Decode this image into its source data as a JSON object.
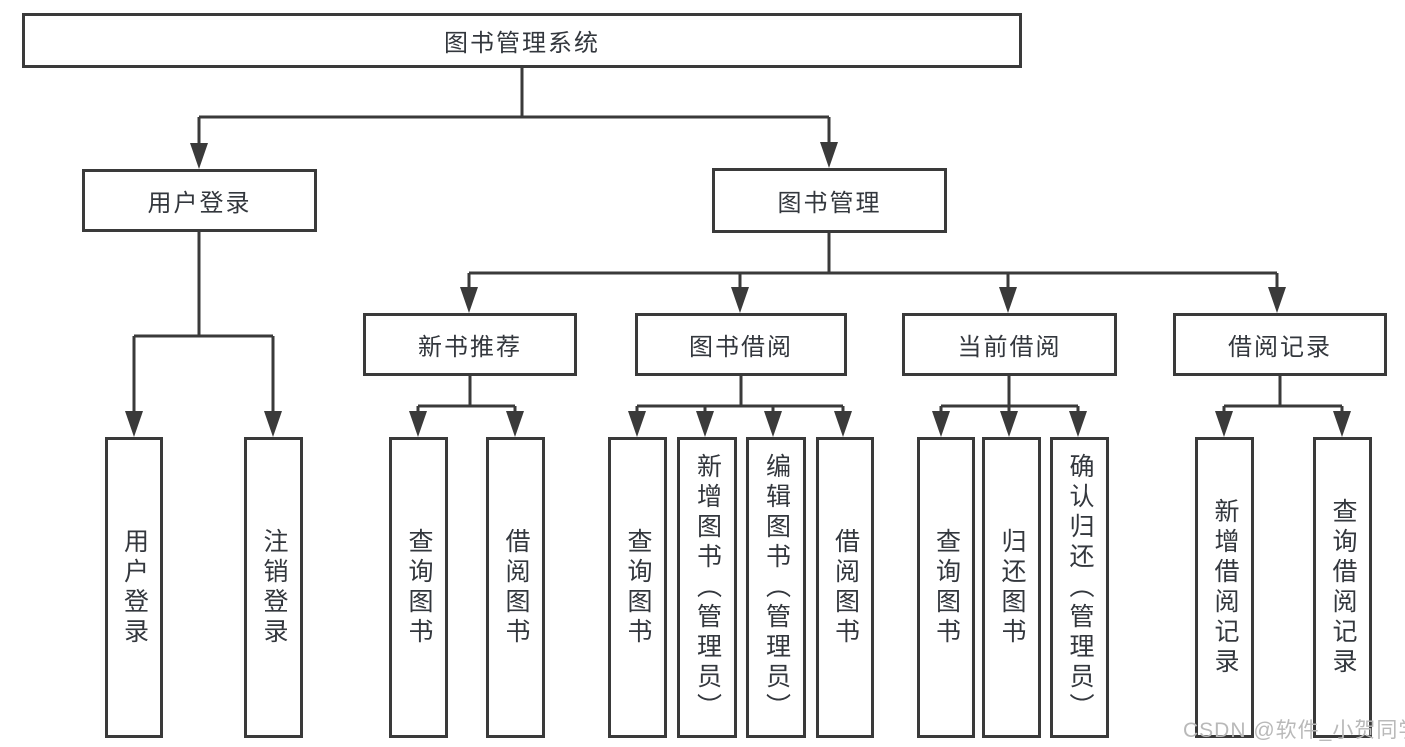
{
  "diagram_title": "图书管理系统",
  "tree": {
    "label": "图书管理系统",
    "children": [
      {
        "label": "用户登录",
        "children": [
          {
            "label": "用户登录"
          },
          {
            "label": "注销登录"
          }
        ]
      },
      {
        "label": "图书管理",
        "children": [
          {
            "label": "新书推荐",
            "children": [
              {
                "label": "查询图书"
              },
              {
                "label": "借阅图书"
              }
            ]
          },
          {
            "label": "图书借阅",
            "children": [
              {
                "label": "查询图书"
              },
              {
                "label": "新增图书（管理员）"
              },
              {
                "label": "编辑图书（管理员）"
              },
              {
                "label": "借阅图书"
              }
            ]
          },
          {
            "label": "当前借阅",
            "children": [
              {
                "label": "查询图书"
              },
              {
                "label": "归还图书"
              },
              {
                "label": "确认归还（管理员）"
              }
            ]
          },
          {
            "label": "借阅记录",
            "children": [
              {
                "label": "新增借阅记录"
              },
              {
                "label": "查询借阅记录"
              }
            ]
          }
        ]
      }
    ]
  },
  "watermark": {
    "text": "CSDN @软件_小贺同学"
  },
  "colors": {
    "line": "#3a3a3a",
    "box_border": "#3a3a3a",
    "box_fill": "#ffffff",
    "text": "#33373d",
    "watermark": "#b9b9b9",
    "background": "#ffffff"
  }
}
